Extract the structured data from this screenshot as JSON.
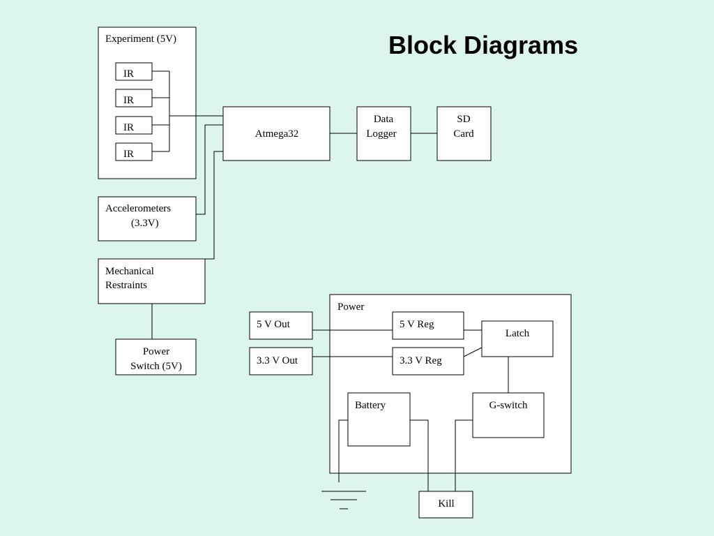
{
  "title": "Block Diagrams",
  "experiment": {
    "label": "Experiment (5V)",
    "ir_sensors": [
      "IR",
      "IR",
      "IR",
      "IR"
    ]
  },
  "atmega": "Atmega32",
  "data_logger": [
    "Data",
    "Logger"
  ],
  "sd_card": [
    "SD",
    "Card"
  ],
  "accelerometers": [
    "Accelerometers",
    "(3.3V)"
  ],
  "mechanical_restraints": [
    "Mechanical",
    "Restraints"
  ],
  "power_switch": [
    "Power",
    "Switch (5V)"
  ],
  "power": {
    "label": "Power",
    "out_5v": "5 V Out",
    "out_3v3": "3.3 V Out",
    "reg_5v": "5 V Reg",
    "reg_3v3": "3.3 V Reg",
    "latch": "Latch",
    "battery": "Battery",
    "g_switch": "G-switch",
    "kill": "Kill"
  }
}
